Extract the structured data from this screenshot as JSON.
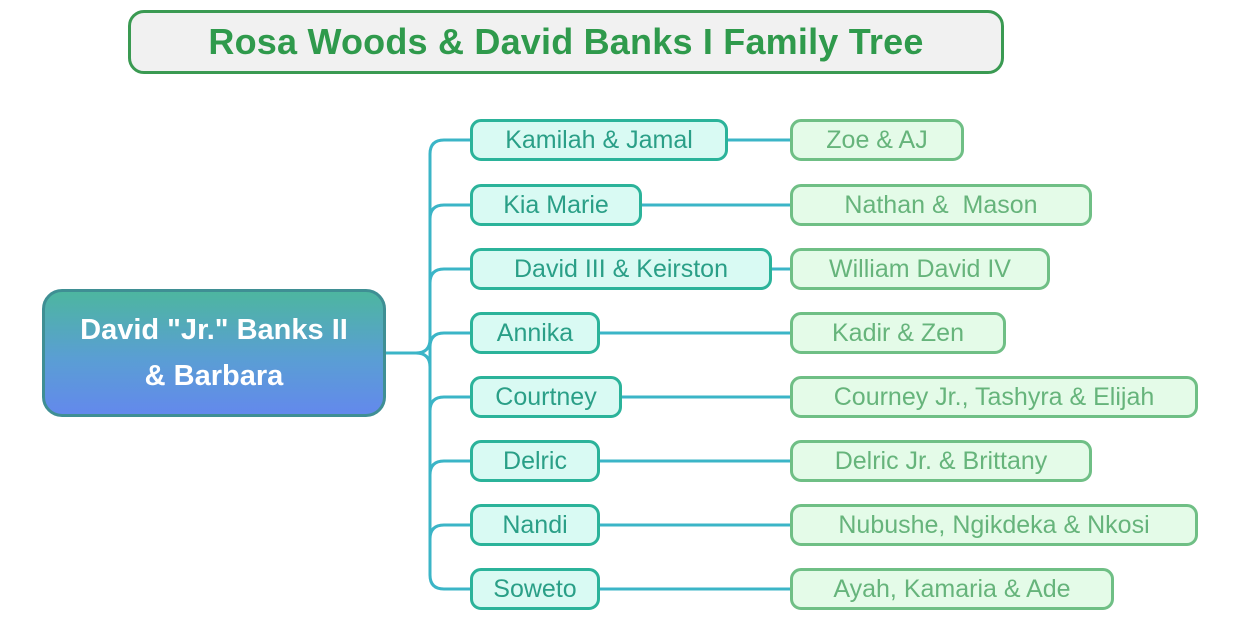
{
  "title": "Rosa Woods & David Banks I Family Tree",
  "root": {
    "label": "David \"Jr.\" Banks II\n& Barbara"
  },
  "colors": {
    "title_text": "#2f9a4c",
    "title_border": "#3a9a52",
    "connector": "#3bb5c7",
    "child_border": "#2bb39a",
    "child_fill": "#d9faf3",
    "grandchild_border": "#6fbf85",
    "grandchild_fill": "#e4fbe8"
  },
  "branches": [
    {
      "child": "Kamilah & Jamal",
      "grandchildren": "Zoe & AJ"
    },
    {
      "child": "Kia Marie",
      "grandchildren": "Nathan &  Mason"
    },
    {
      "child": "David III & Keirston",
      "grandchildren": "William David IV"
    },
    {
      "child": "Annika",
      "grandchildren": "Kadir & Zen"
    },
    {
      "child": "Courtney",
      "grandchildren": "Courney Jr., Tashyra & Elijah"
    },
    {
      "child": "Delric",
      "grandchildren": "Delric Jr. & Brittany"
    },
    {
      "child": "Nandi",
      "grandchildren": "Nubushe, Ngikdeka & Nkosi"
    },
    {
      "child": "Soweto",
      "grandchildren": "Ayah, Kamaria & Ade"
    }
  ]
}
